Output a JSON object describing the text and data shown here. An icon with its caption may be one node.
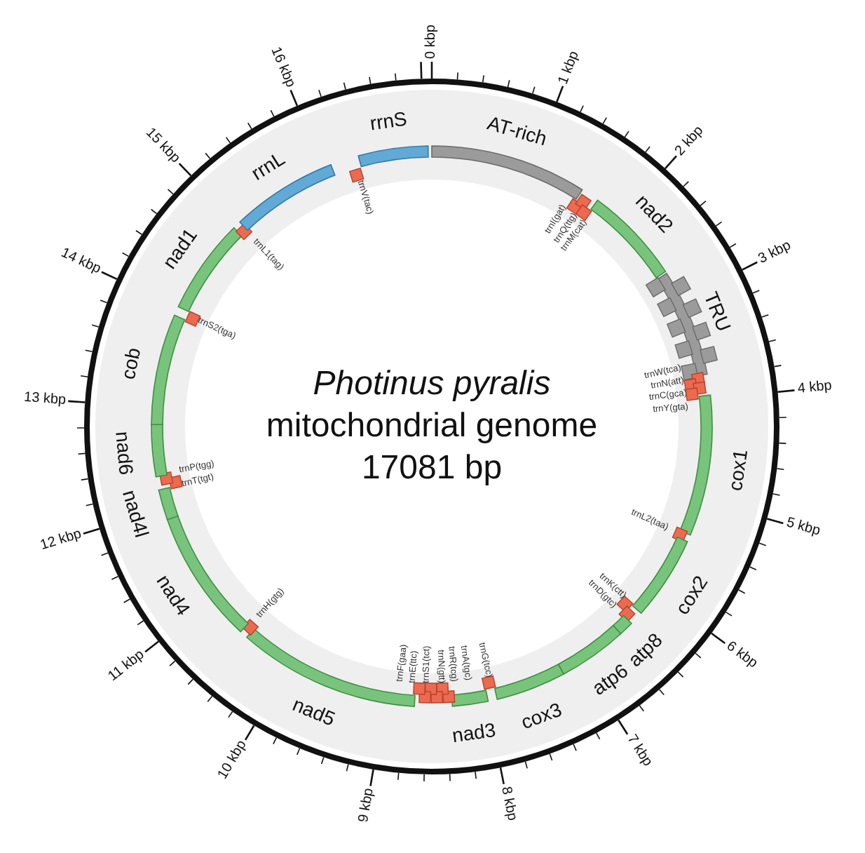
{
  "diagram": {
    "nodes": [
      {
        "text": [
          "AT-rich"
        ]
      },
      {
        "text": [
          "trnI(gat)"
        ]
      },
      {
        "text": [
          "trnQ(ttg)"
        ]
      },
      {
        "text": [
          "trnM(cat)"
        ]
      },
      {
        "text": [
          "nad2"
        ]
      },
      {
        "text": [
          "TRU"
        ]
      },
      {
        "text": [
          "trnW(tca)"
        ]
      },
      {
        "text": [
          "trnN(att)"
        ]
      },
      {
        "text": [
          "trnC(gca)"
        ]
      },
      {
        "text": [
          "trnY(gta)"
        ]
      },
      {
        "text": [
          "cox1"
        ]
      },
      {
        "text": [
          "trnL2(taa)"
        ]
      },
      {
        "text": [
          "cox2"
        ]
      },
      {
        "text": [
          "trnK(ctt)"
        ]
      },
      {
        "text": [
          "trnD(gtc)"
        ]
      },
      {
        "text": [
          "atp8"
        ]
      },
      {
        "text": [
          "atp6"
        ]
      },
      {
        "text": [
          "cox3"
        ]
      },
      {
        "text": [
          "trnG(tcc)"
        ]
      },
      {
        "text": [
          "nad3"
        ]
      },
      {
        "text": [
          "trnA(tgc)"
        ]
      },
      {
        "text": [
          "trnR(tcg)"
        ]
      },
      {
        "text": [
          "trnN(gtt)"
        ]
      },
      {
        "text": [
          "trnS1(tct)"
        ]
      },
      {
        "text": [
          "trnE(ttc)"
        ]
      },
      {
        "text": [
          "trnF(gaa)"
        ]
      },
      {
        "text": [
          "nad5"
        ]
      },
      {
        "text": [
          "trnH(gtg)"
        ]
      },
      {
        "text": [
          "nad4"
        ]
      },
      {
        "text": [
          "nad4l"
        ]
      },
      {
        "text": [
          "trnT(tgt)"
        ]
      },
      {
        "text": [
          "trnP(tgg)"
        ]
      },
      {
        "text": [
          "nad6"
        ]
      },
      {
        "text": [
          "cob"
        ]
      },
      {
        "text": [
          "trnS2(tga)"
        ]
      },
      {
        "text": [
          "nad1"
        ]
      },
      {
        "text": [
          "trnL1(tag)"
        ]
      },
      {
        "text": [
          "rrnL"
        ]
      },
      {
        "text": [
          "trnV(tac)"
        ]
      },
      {
        "text": [
          "rrnS"
        ]
      }
    ],
    "labels": [
      "Photinus pyralis",
      "mitochondrial genome",
      "17081 bp",
      "0 kbp",
      "1 kbp",
      "2 kbp",
      "3 kbp",
      "4 kbp",
      "5 kbp",
      "6 kbp",
      "7 kbp",
      "8 kbp",
      "9 kbp",
      "10 kbp",
      "11 kbp",
      "12 kbp",
      "13 kbp",
      "14 kbp",
      "15 kbp",
      "16 kbp"
    ]
  }
}
